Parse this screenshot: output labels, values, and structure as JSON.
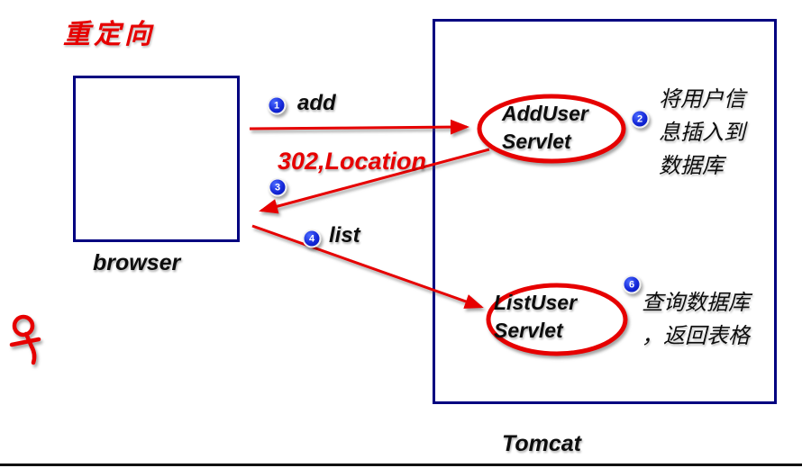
{
  "title": "重定向",
  "colors": {
    "red": "#e60000",
    "navy": "#000080",
    "badge_blue": "#1528d8",
    "text_black": "#0d0d0d"
  },
  "browser": {
    "label": "browser"
  },
  "tomcat": {
    "label": "Tomcat"
  },
  "servlets": {
    "add_user": {
      "line1": "AddUser",
      "line2": "Servlet"
    },
    "list_user": {
      "line1": "ListUser",
      "line2": "Servlet"
    }
  },
  "steps": {
    "step1": {
      "num": "1",
      "label": "add"
    },
    "step2": {
      "num": "2",
      "lines": [
        "将用户信",
        "息插入到",
        "数据库"
      ]
    },
    "step3": {
      "num": "3",
      "label": "302,Location"
    },
    "step4": {
      "num": "4",
      "label": "list"
    },
    "step6": {
      "num": "6",
      "lines": [
        "查询数据库",
        "，返回表格"
      ]
    }
  }
}
